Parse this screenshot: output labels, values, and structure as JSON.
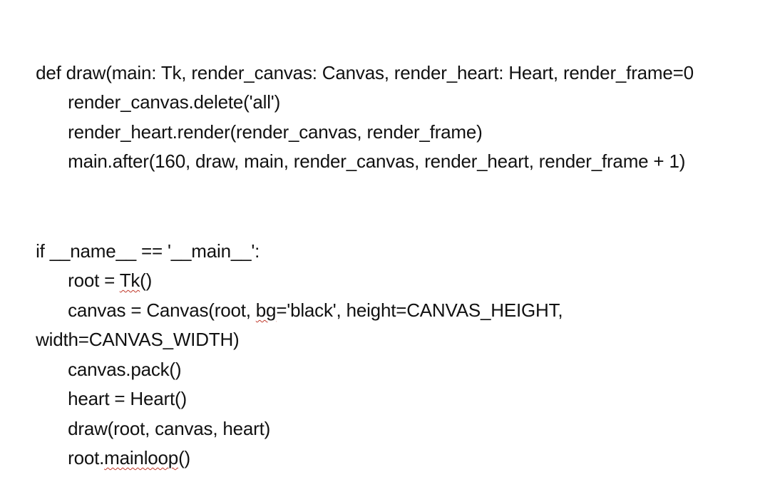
{
  "document": {
    "block1": {
      "def_line": "def draw(main: Tk, render_canvas: Canvas, render_heart: Heart, render_frame=0",
      "line2": "render_canvas.delete('all')",
      "line3": "render_heart.render(render_canvas, render_frame)",
      "line4": "main.after(160, draw, main, render_canvas, render_heart, render_frame + 1)"
    },
    "block2": {
      "if_line": "if __name__ == '__main__':",
      "line2_pre": "root = ",
      "line2_sq": "Tk",
      "line2_post": "()",
      "line3_pre": "canvas = Canvas(root, ",
      "line3_sq": "bg",
      "line3_post": "='black', height=CANVAS_HEIGHT,",
      "line3_wrap": "width=CANVAS_WIDTH)",
      "line4": "canvas.pack()",
      "line5": "heart = Heart()",
      "line6": "draw(root, canvas, heart)",
      "line7_pre": "root.",
      "line7_sq": "mainloop",
      "line7_post": "()"
    }
  }
}
